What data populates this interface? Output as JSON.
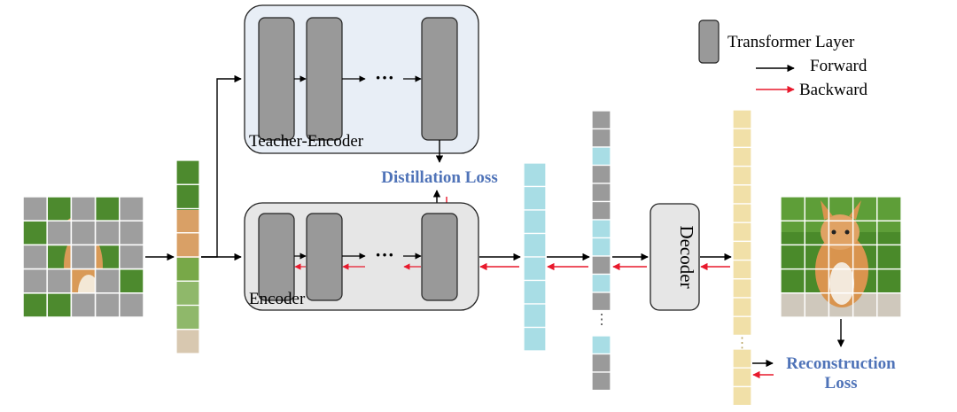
{
  "labels": {
    "teacher_encoder": "Teacher-Encoder",
    "encoder": "Encoder",
    "decoder": "Decoder",
    "distillation_loss": "Distillation Loss",
    "reconstruction_loss_line1": "Reconstruction",
    "reconstruction_loss_line2": "Loss",
    "ellipsis": "···",
    "vertical_ellipsis": "⋮"
  },
  "legend": {
    "transformer_layer": "Transformer Layer",
    "forward": "Forward",
    "backward": "Backward"
  },
  "colors": {
    "forward_arrow": "#000000",
    "backward_arrow": "#e8192c",
    "transformer_layer": "#999999",
    "encoder_box": "#e6e6e6",
    "teacher_box": "#e8eef6",
    "cyan_token": "#a8dde5",
    "gray_token": "#9a9a9a",
    "gold_token": "#f1e0a8",
    "loss_text": "#4f73b8",
    "mask_patch": "#9e9e9e",
    "grass": "#4f8f2c",
    "kitten": "#d99a57"
  },
  "token_sequences": {
    "latent_pattern": [
      "gray",
      "gray",
      "cyan",
      "gray",
      "gray",
      "gray",
      "cyan",
      "cyan",
      "gray",
      "cyan",
      "gray",
      "dots",
      "cyan",
      "gray",
      "gray"
    ]
  },
  "icons": {
    "input_image": "masked-kitten-image-icon",
    "visible_patches": "visible-patch-column-icon",
    "output_image": "reconstructed-kitten-image-icon"
  }
}
